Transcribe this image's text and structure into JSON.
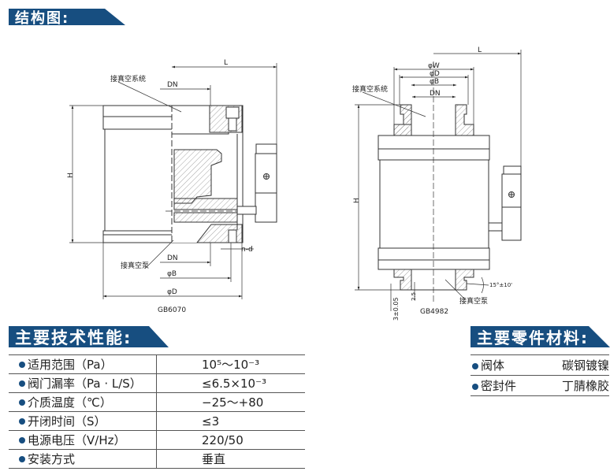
{
  "sections": {
    "structure_title": "结构图:",
    "performance_title": "主要技术性能:",
    "materials_title": "主要零件材料:"
  },
  "diagram_left": {
    "label_vacuum_system": "接真空系统",
    "label_vacuum_pump": "接真空泵",
    "dim_L": "L",
    "dim_H": "H",
    "dim_DN_top": "DN",
    "dim_DN_bottom": "DN",
    "dim_B": "φB",
    "dim_D": "φD",
    "dim_nd": "n-d",
    "caption": "GB6070"
  },
  "diagram_right": {
    "label_vacuum_system": "接真空系统",
    "label_vacuum_pump": "接真空泵",
    "dim_L": "L",
    "dim_H": "H",
    "dim_W": "φW",
    "dim_D": "φD",
    "dim_B": "φB",
    "dim_DN": "DN",
    "dim_angle": "15°±10'",
    "dim_25": "2.5",
    "dim_3": "3±0.05",
    "caption": "GB4982"
  },
  "performance": [
    {
      "label": "适用范围（Pa）",
      "value": "10⁵～10⁻³"
    },
    {
      "label": "阀门漏率（Pa · L/S）",
      "value": "≤6.5×10⁻³"
    },
    {
      "label": "介质温度（℃）",
      "value": "−25～+80"
    },
    {
      "label": "开闭时间（S）",
      "value": "≤3"
    },
    {
      "label": "电源电压（V/Hz）",
      "value": "220/50"
    },
    {
      "label": "安装方式",
      "value": "垂直"
    }
  ],
  "materials": [
    {
      "part": "阀体",
      "material": "碳钢镀镍"
    },
    {
      "part": "密封件",
      "material": "丁腈橡胶"
    }
  ],
  "colors": {
    "accent": "#174e80",
    "line": "#555555"
  }
}
